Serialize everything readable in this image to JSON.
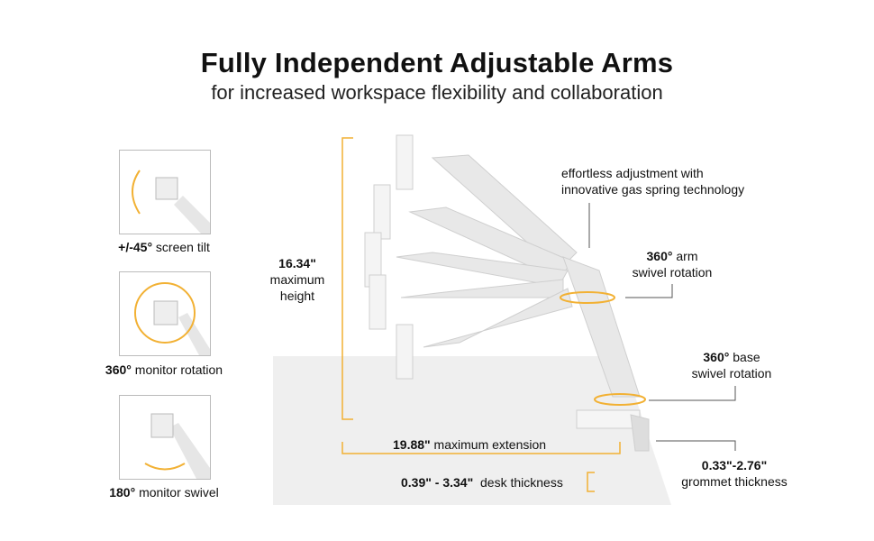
{
  "header": {
    "title": "Fully Independent Adjustable Arms",
    "subtitle": "for increased workspace flexibility and collaboration"
  },
  "features": [
    {
      "bold": "+/-45°",
      "text": " screen tilt",
      "icon": "tilt-arrows-icon"
    },
    {
      "bold": "360°",
      "text": " monitor rotation",
      "icon": "rotation-arrows-icon"
    },
    {
      "bold": "180°",
      "text": " monitor swivel",
      "icon": "swivel-arrows-icon"
    }
  ],
  "callouts": {
    "height_value": "16.34\"",
    "height_line1": "maximum",
    "height_line2": "height",
    "gas_line1": "effortless adjustment with",
    "gas_line2": "innovative gas spring technology",
    "arm_bold": "360°",
    "arm_text": " arm",
    "arm_line2": "swivel rotation",
    "base_bold": "360°",
    "base_text": " base",
    "base_line2": "swivel rotation",
    "extension_bold": "19.88\"",
    "extension_text": " maximum extension",
    "desk_bold": "0.39\" - 3.34\"",
    "desk_text": "  desk thickness",
    "grommet_bold": "0.33\"-2.76\"",
    "grommet_text": "grommet thickness"
  },
  "colors": {
    "accent": "#f2b134",
    "desk": "#efefef",
    "arm": "#e6e6e6"
  }
}
